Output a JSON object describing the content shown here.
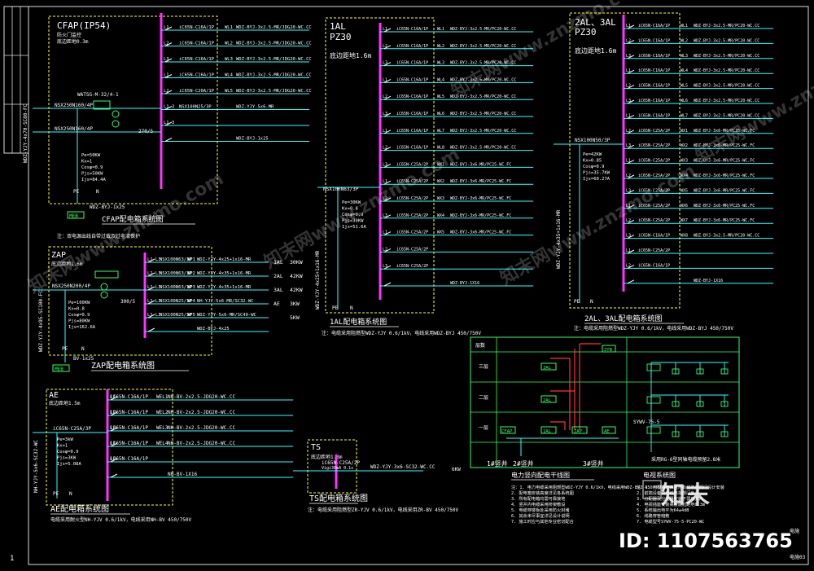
{
  "drawing_number": "1",
  "cfap": {
    "title": "CFAP(IP54)",
    "sub1": "防火门监控",
    "sub2": "底边距地0.3m",
    "caption": "CFAP配电箱系统图",
    "note": "注：双电源出线自带过载及过电流保护",
    "switch_main": "NSX250N160/4P",
    "switch_main2": "NSX250N160/4P",
    "incoming": "WDZ-YJY-4x70-SC80-FC",
    "ats": "WATSG-M-32/4-1",
    "ct": "270/5",
    "loads": [
      "Pe=50KW",
      "Kx=1",
      "Cosφ=0.9",
      "Pjs=50KW",
      "Ijs=84.4A"
    ],
    "pe_label": "PE",
    "n_label": "N",
    "meb": "MEB",
    "pe_cable": "WDZ-BYJ-1x25",
    "circuits": [
      {
        "l": "L1",
        "brk": "iC65N-C16A/1P",
        "wl": "WL1",
        "cable": "WDZ-BYJ-3x2.5-MR/JDG20-WC.CC"
      },
      {
        "l": "L2",
        "brk": "iC65N-C16A/1P",
        "wl": "WL2",
        "cable": "WDZ-BYJ-3x2.5-MR/JDG20-WC.CC"
      },
      {
        "l": "L3",
        "brk": "iC65N-C16A/1P",
        "wl": "WL3",
        "cable": "WDZ-BYJ-3x2.5-MR/JDG20-WC.CC"
      },
      {
        "l": "L1",
        "brk": "iC65N-C16A/1P",
        "wl": "WL4",
        "cable": "WDZ-BYJ-3x2.5-MR/JDG20-WC.CC"
      },
      {
        "l": "L2",
        "brk": "iC65N-C20A/1P",
        "wl": "WL5",
        "cable": "WDZ-BYJ-3x2.5-MR/JDG20-WC.CC"
      },
      {
        "l": "L1-3",
        "brk": "NSX100N25/3P",
        "wl": "",
        "cable": "WDZ-YJY-5x6-MR"
      },
      {
        "l": "L1-3",
        "brk": "",
        "wl": "",
        "cable": ""
      },
      {
        "l": "",
        "brk": "",
        "wl": "",
        "cable": "WDZ-BYJ-1x25"
      }
    ]
  },
  "zap": {
    "title": "ZAP",
    "sub": "底边距地1.6m",
    "caption": "ZAP配电箱系统图",
    "switch_main": "NSX250N200/4P",
    "incoming": "WDZ-YJY-4x95-SC100-FC",
    "ct": "300/5",
    "loads": [
      "Pe=100KW",
      "Kx=0.8",
      "Cosφ=0.9",
      "Pjs=80KW",
      "Ijs=162.6A"
    ],
    "pe_label": "PE",
    "n_label": "N",
    "meb": "MEB",
    "pe_cable": "BV-1x25",
    "circuits": [
      {
        "l": "L1-L3",
        "brk": "NSX100N63/3P",
        "wp": "WP1",
        "cable": "WDZ-YJY-4x25+1x16-MR",
        "dest": "1AL",
        "kw": "30KW"
      },
      {
        "l": "L1-L3",
        "brk": "NSX100N63/3P",
        "wp": "WP2",
        "cable": "WDZ-YJY-4x35+1x16-MR",
        "dest": "2AL",
        "kw": "42KW"
      },
      {
        "l": "L1-L3",
        "brk": "NSX100N63/3P",
        "wp": "WP3",
        "cable": "WDZ-YJY-4x35+1x16-MR",
        "dest": "3AL",
        "kw": "42KW"
      },
      {
        "l": "L1-L3",
        "brk": "NSX100N25/3P",
        "wp": "WP4",
        "cable": "NH-YJY-5x6-MR/SC32-WC",
        "dest": "AE",
        "kw": "3KW"
      },
      {
        "l": "L1-L3",
        "brk": "NSX100N25/3P",
        "wp": "WP5",
        "cable": "WDZ-YJY-5x6-MR/SC40-WC",
        "dest": "",
        "kw": "5KW"
      },
      {
        "l": "",
        "brk": "",
        "wp": "",
        "cable": "WDZ-BYJ-4x25",
        "dest": "",
        "kw": ""
      }
    ]
  },
  "ae": {
    "title": "AE",
    "sub": "底边距地1.5m",
    "caption": "AE配电箱系统图",
    "note": "电缆采用耐火型NH-YJV 0.6/1kV，电线采用NH-BV 450/750V",
    "switch_main": "iC65N-C25A/3P",
    "incoming": "NH-YJY-5x6-SC32-WC",
    "loads": [
      "Pe=3kW",
      "Kx=1",
      "Cosφ=0.9",
      "Pjs=3KW",
      "Ijs=5.08A"
    ],
    "pe_label": "PE",
    "n_label": "N",
    "circuits": [
      {
        "l": "L1",
        "brk": "iC65N-C16A/1P",
        "wl": "WEL1",
        "cable": "NH-BV-2x2.5-JDG20-WC.CC"
      },
      {
        "l": "L2",
        "brk": "iC65N-C16A/1P",
        "wl": "WEL2",
        "cable": "NH-BV-2x2.5-JDG20-WC.CC"
      },
      {
        "l": "L3",
        "brk": "iC65N-C16A/1P",
        "wl": "WEL3",
        "cable": "NH-BV-2x2.5-JDG20-WC.CC"
      },
      {
        "l": "L1",
        "brk": "iC65N-C16A/1P",
        "wl": "WEL4",
        "cable": "NH-BV-2x2.5-JDG20-WC.CC"
      },
      {
        "l": "L2",
        "brk": "iC65N-C16A/1P",
        "wl": "",
        "cable": ""
      },
      {
        "l": "",
        "brk": "",
        "wl": "",
        "cable": "NH-BV-1X16"
      }
    ]
  },
  "ts": {
    "title": "TS",
    "sub": "底边距地1.8m",
    "caption": "TS配电箱系统图",
    "note": "注：电缆采用阻燃型ZR-YJV 0.6/1kV，电线采用ZR-BV 450/750V",
    "brk": "iC65N-C25A/2P",
    "brk2": "Vigi30mA 0.1s",
    "cable": "WDZ-YJY-3x6-SC32-WC.CC",
    "kw": "6KW"
  },
  "al1": {
    "title": "1AL",
    "sub": "PZ30",
    "sub2": "底边距地1.6m",
    "caption": "1AL配电箱系统图",
    "note": "注：电缆采用阻燃型WDZ-YJY 0.6/1kV，电线采用WDZ-BYJ 450/750V",
    "switch_main": "NSX100N63/3P",
    "incoming": "WDZ-YJY-4x25+1x16-MR",
    "loads": [
      "Pe=30KW",
      "Kx=0.8",
      "Cosφ=0.9",
      "Pjs=30KW",
      "Ijs=51.6A"
    ],
    "pe_label": "PE",
    "n_label": "N",
    "circuits": [
      {
        "l": "L1",
        "brk": "iC65N-C16A/1P",
        "wl": "WL1",
        "cable": "WDZ-BYJ-3x2.5-MR/PC20-WC.CC"
      },
      {
        "l": "L2",
        "brk": "iC65N-C16A/1P",
        "wl": "WL2",
        "cable": "WDZ-BYJ-3x2.5-MR/PC20-WC.CC"
      },
      {
        "l": "L3",
        "brk": "iC65N-C16A/1P",
        "wl": "WL3",
        "cable": "WDZ-BYJ-3x2.5-MR/PC20-WC.CC"
      },
      {
        "l": "L1",
        "brk": "iC65N-C16A/1P",
        "wl": "WL4",
        "cable": "WDZ-BYJ-3x2.5-MR/PC20-WC.CC"
      },
      {
        "l": "L2",
        "brk": "iC65N-C16A/1P",
        "wl": "WL5",
        "cable": "WDZ-BYJ-3x2.5-MR/PC20-WC.CC"
      },
      {
        "l": "L3",
        "brk": "iC65N-C16A/1P",
        "wl": "WL6",
        "cable": "WDZ-BYJ-3x2.5-MR/PC20-WC.CC"
      },
      {
        "l": "L1",
        "brk": "iC65N-C16A/1P",
        "wl": "WL7",
        "cable": "WDZ-BYJ-3x2.5-MR/PC20-WC.CC"
      },
      {
        "l": "L2",
        "brk": "iC65N-C16A/1P",
        "wl": "WL8",
        "cable": "WDZ-BYJ-3x2.5-MR/PC20-WC.CC"
      },
      {
        "l": "L3",
        "brk": "iC65N-C25A/2P",
        "wl": "WX1",
        "cable": "WDZ-BYJ-3x6-MR/PC25-WC.FC"
      },
      {
        "l": "L1",
        "brk": "iC65N-C25A/2P",
        "wl": "WX2",
        "cable": "WDZ-BYJ-3x6-MR/PC25-WC.FC"
      },
      {
        "l": "L2",
        "brk": "iC65N-C25A/2P",
        "wl": "WX3",
        "cable": "WDZ-BYJ-3x6-MR/PC25-WC.FC"
      },
      {
        "l": "L3",
        "brk": "iC65N-C25A/2P",
        "wl": "WX4",
        "cable": "WDZ-BYJ-3x6-MR/PC25-WC.FC"
      },
      {
        "l": "L1",
        "brk": "iC65N-C25A/2P",
        "wl": "WX5",
        "cable": "WDZ-BYJ-3x6-MR/PC25-WC.FC"
      },
      {
        "l": "L2",
        "brk": "iC65N-C25A/2P",
        "wl": "",
        "cable": ""
      },
      {
        "l": "L3",
        "brk": "iC65N-C25A/2P",
        "wl": "",
        "cable": ""
      },
      {
        "l": "",
        "brk": "",
        "wl": "",
        "cable": "WDZ-BYJ-1X16"
      }
    ]
  },
  "al23": {
    "title": "2AL、3AL",
    "sub": "PZ30",
    "sub2": "底边距地1.6m",
    "caption": "2AL、3AL配电箱系统图",
    "note": "注：电缆采用阻燃型WDZ-YJY 0.6/1kV，电线采用WDZ-BYJ 450/750V",
    "switch_main": "NSX100N50/3P",
    "incoming": "WDZ-YJY-4x35+1x16-MR",
    "loads": [
      "Pe=42KW",
      "Kx=0.85",
      "Cosφ=0.9",
      "Pjs=35.7KW",
      "Ijs=60.27A"
    ],
    "pe_label": "PE",
    "n_label": "N",
    "circuits": [
      {
        "l": "L1",
        "brk": "iC65N-C16A/1P",
        "wl": "WL1",
        "cable": "WDZ-BYJ-3x2.5-MR/PC20-WC.CC"
      },
      {
        "l": "L2",
        "brk": "iC65N-C16A/1P",
        "wl": "WL2",
        "cable": "WDZ-BYJ-3x2.5-MR/PC20-WC.CC"
      },
      {
        "l": "L3",
        "brk": "iC65N-C16A/1P",
        "wl": "WL3",
        "cable": "WDZ-BYJ-3x2.5-MR/PC20-WC.CC"
      },
      {
        "l": "L1",
        "brk": "iC65N-C16A/1P",
        "wl": "WL4",
        "cable": "WDZ-BYJ-3x2.5-MR/PC20-WC.CC"
      },
      {
        "l": "L2",
        "brk": "iC65N-C16A/1P",
        "wl": "WL5",
        "cable": "WDZ-BYJ-3x2.5-MR/PC20-WC.CC"
      },
      {
        "l": "L3",
        "brk": "iC65N-C16A/1P",
        "wl": "WL6",
        "cable": "WDZ-BYJ-3x2.5-MR/PC20-WC.CC"
      },
      {
        "l": "L1",
        "brk": "iC65N-C16A/1P",
        "wl": "WL7",
        "cable": "WDZ-BYJ-3x2.5-MR/PC20-WC.CC"
      },
      {
        "l": "L2",
        "brk": "iC65N-C25A/2P",
        "wl": "WX1",
        "cable": "WDZ-BYJ-3x6-MR/PC25-WC.FC"
      },
      {
        "l": "L3",
        "brk": "iC65N-C25A/2P",
        "wl": "WX2",
        "cable": "WDZ-BYJ-3x6-MR/PC25-WC.FC"
      },
      {
        "l": "L1",
        "brk": "iC65N-C25A/2P",
        "wl": "WX3",
        "cable": "WDZ-BYJ-3x6-MR/PC25-WC.FC"
      },
      {
        "l": "L2",
        "brk": "iC65N-C25A/2P",
        "wl": "WX4",
        "cable": "WDZ-BYJ-3x6-MR/PC25-WC.FC"
      },
      {
        "l": "L3",
        "brk": "iC65N-C25A/2P",
        "wl": "WX5",
        "cable": "WDZ-BYJ-3x6-MR/PC25-WC.FC"
      },
      {
        "l": "L1",
        "brk": "iC65N-C25A/2P",
        "wl": "WX6",
        "cable": "WDZ-BYJ-3x6-MR/PC25-WC.FC"
      },
      {
        "l": "L2",
        "brk": "iC65N-C25A/2P",
        "wl": "WX7",
        "cable": "WDZ-BYJ-3x6-MR/PC25-WC.FC"
      },
      {
        "l": "L3",
        "brk": "iC65N-C16A/1P",
        "wl": "WX8",
        "cable": "WDZ-BYJ-3x2.5-MR/PC20-WC.CC"
      },
      {
        "l": "L1",
        "brk": "iC65N-C25A/2P",
        "wl": "",
        "cable": ""
      },
      {
        "l": "L2",
        "brk": "iC65N-C16A/1P",
        "wl": "",
        "cable": ""
      },
      {
        "l": "",
        "brk": "",
        "wl": "",
        "cable": "WDZ-BYJ-1X16"
      }
    ]
  },
  "riser": {
    "caption": "电力竖向配电干线图",
    "elec_caption": "电视系统图",
    "floor_col": "层数",
    "floors": [
      "三层",
      "二层",
      "一层"
    ],
    "boxes": [
      "ZYB",
      "3AL",
      "2AL",
      "1AL",
      "ZAP",
      "AE",
      "CFAP"
    ],
    "shaft1": "1#竖井",
    "shaft2": "2#竖井",
    "shaft3": "3#竖井",
    "tv_note": "采用RG-6型同轴电缆预留2.8米",
    "tv_cable": "SYWV-75-5",
    "notes": [
      "注：1. 电力电缆采用阻燃型WDZ-YJY 0.6/1kV，电线采用WDZ-BYJ 450/750V",
      "2. 配电箱安装高度详见各系统图",
      "3. 所有配电箱均需可靠接地",
      "4. 竖井内电缆采用桥架敷设",
      "5. 电缆穿楼板处采用防火封堵",
      "6. 其余未尽事宜详见设计说明",
      "7. 施工时应与其他专业密切配合"
    ],
    "tv_notes": [
      "注：1. 电视系统由当地有线电视部门设计安装",
      "2. 前端设备由有线电视部门负责",
      "3. 分配器及分支器安装于弱电井内",
      "4. 电视插座安装高度底边距地0.3m",
      "5. 系统输出电平为64±4dB",
      "6. 线路穿管暗敷",
      "7. 电缆型号SYWV-75-5-PC20-WC"
    ]
  },
  "watermark": {
    "brand": "知末",
    "id": "ID: 1107563765",
    "tiles": [
      "知末网www.znzmo.com"
    ]
  },
  "sheet": {
    "code": "电施03",
    "code2": "电施"
  }
}
